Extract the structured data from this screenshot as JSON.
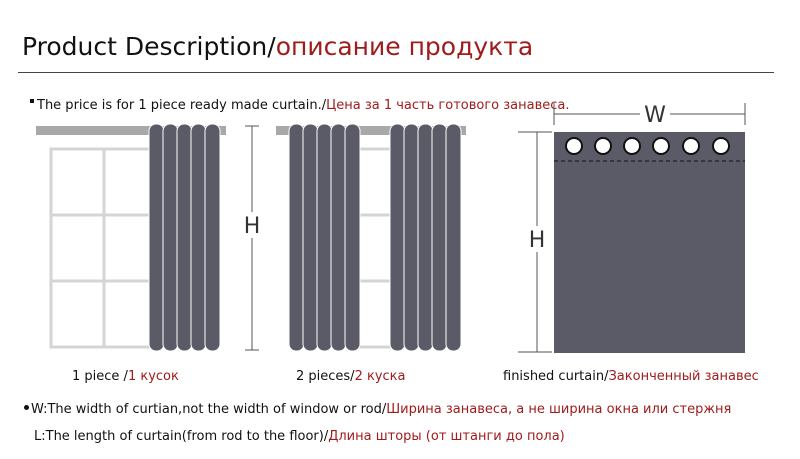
{
  "header": {
    "title_en": "Product Description",
    "title_sep": "/",
    "title_ru": "описание продукта"
  },
  "note": {
    "text_en": "The price is for 1 piece ready made curtain./",
    "text_ru": "Цена за 1 часть готового занавеса."
  },
  "diagrams": {
    "one_piece": {
      "label_en": "1 piece /",
      "label_ru": "1 кусок",
      "height_letter": "H"
    },
    "two_pieces": {
      "label_en": "2 pieces/",
      "label_ru": "2 куска"
    },
    "finished": {
      "label_en": "finished curtain/",
      "label_ru": "Законченный занавес",
      "width_letter": "W",
      "height_letter": "H"
    }
  },
  "definitions": {
    "w_en": "W:The width of curtian,not the width of window or rod/",
    "w_ru": "Ширина занавеса, а не ширина окна или стержня",
    "l_en": "L:The length of curtain(from rod to the floor)/",
    "l_ru": "Длина шторы (от штанги до пола)"
  },
  "colors": {
    "curtain": "#5a5b66",
    "rod": "#a8a8a8",
    "window_frame": "#d4d4d4",
    "russian_text": "#a01c1c"
  }
}
